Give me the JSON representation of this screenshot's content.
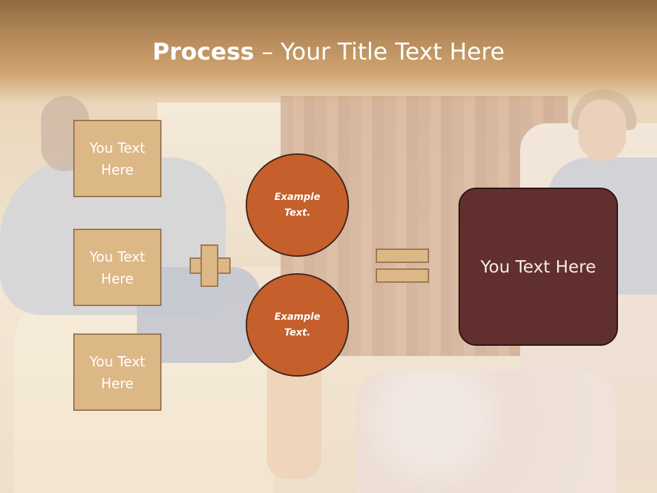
{
  "slide": {
    "title_bold": "Process",
    "title_rest": " – Your Title Text Here"
  },
  "inputs": [
    {
      "label": "You Text Here"
    },
    {
      "label": "You Text Here"
    },
    {
      "label": "You Text Here"
    }
  ],
  "circles": [
    {
      "label": "Example Text."
    },
    {
      "label": "Example Text."
    }
  ],
  "result": {
    "label": "You Text Here"
  },
  "colors": {
    "header": "#b5895a",
    "box_fill": "#ddb887",
    "box_border": "#9b7650",
    "circle_fill": "#c55f2c",
    "result_fill": "#622f2f"
  }
}
